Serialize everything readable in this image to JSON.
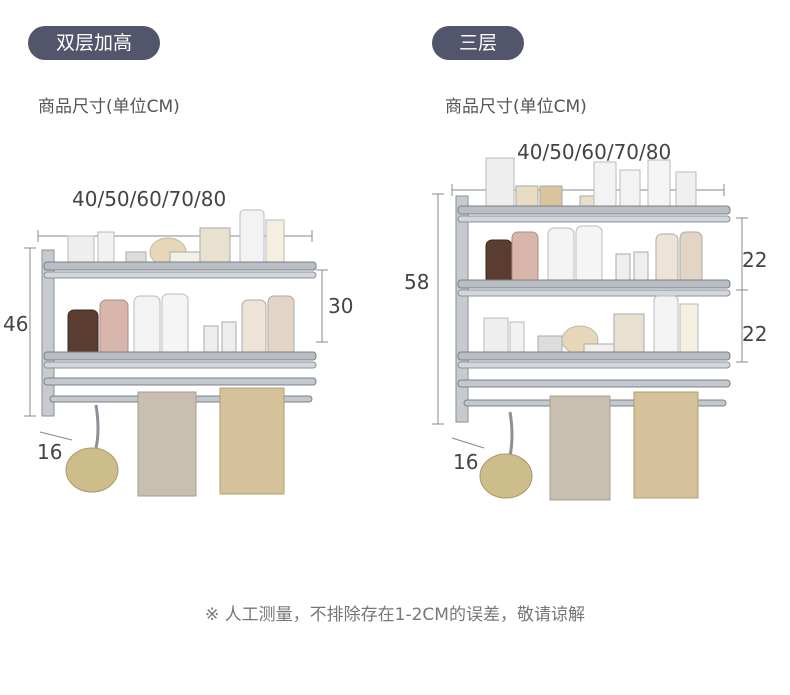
{
  "left": {
    "label": "双层加高",
    "subtitle": "商品尺寸(单位CM)",
    "width_dim": "40/50/60/70/80",
    "height_dim": "46",
    "gap_dim": "30",
    "depth_dim": "16"
  },
  "right": {
    "label": "三层",
    "subtitle": "商品尺寸(单位CM)",
    "width_dim": "40/50/60/70/80",
    "height_dim": "58",
    "gap_dim_top": "22",
    "gap_dim_bottom": "22",
    "depth_dim": "16"
  },
  "footnote": "※ 人工测量，不排除存在1-2CM的误差，敬请谅解",
  "colors": {
    "pill_bg": "#52556b",
    "steel": "#9ea3aa",
    "towel_light": "#c9bfb0",
    "towel_dark": "#d6c29a",
    "sponge": "#cdbd8a"
  }
}
